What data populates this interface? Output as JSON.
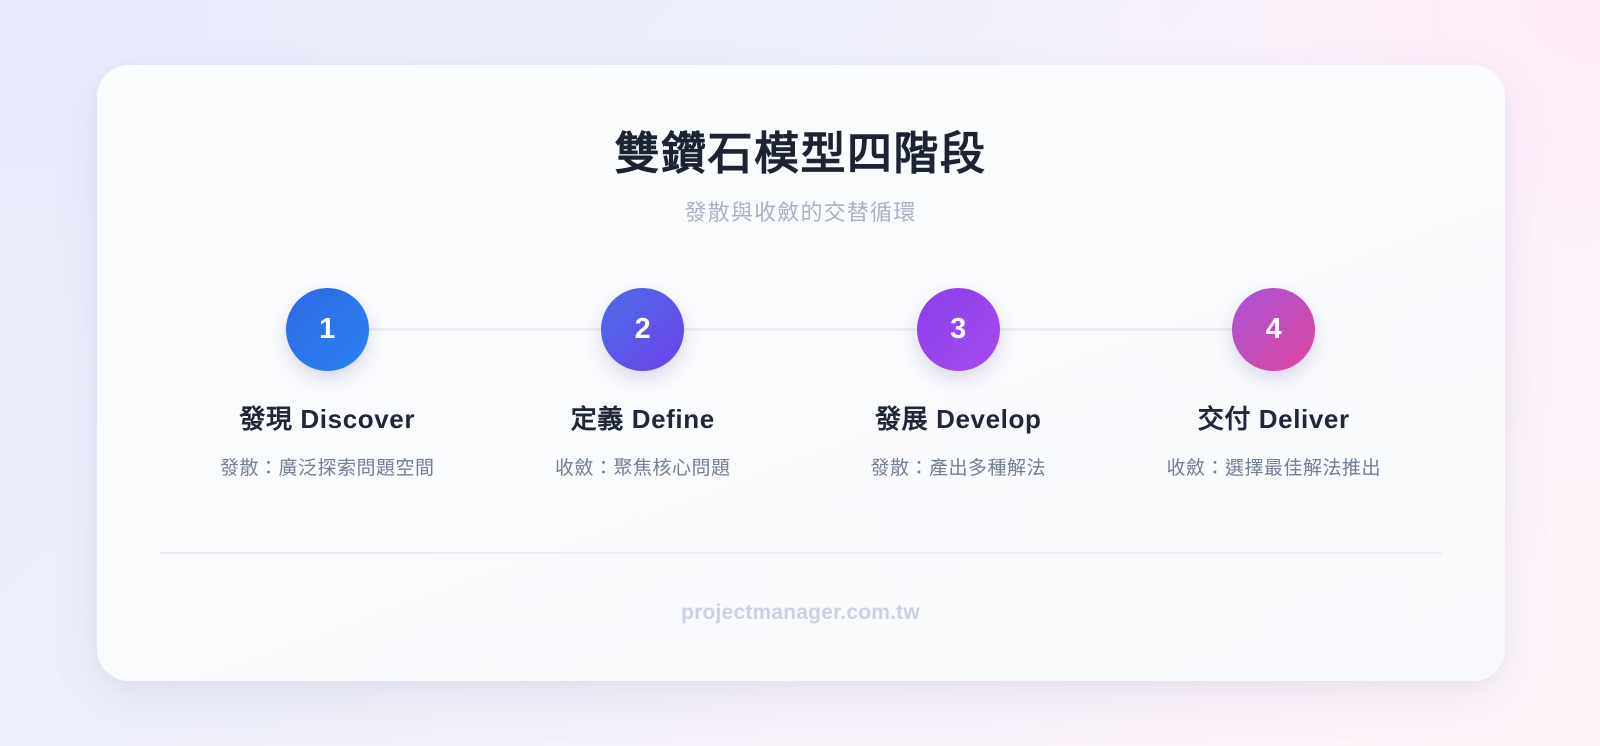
{
  "header": {
    "title": "雙鑽石模型四階段",
    "subtitle": "發散與收斂的交替循環"
  },
  "steps": [
    {
      "number": "1",
      "name": "發現 Discover",
      "desc": "發散：廣泛探索問題空間",
      "gradient_from": "#2d68e2",
      "gradient_to": "#2b82f2"
    },
    {
      "number": "2",
      "name": "定義 Define",
      "desc": "收斂：聚焦核心問題",
      "gradient_from": "#4a6ee8",
      "gradient_to": "#7040ea"
    },
    {
      "number": "3",
      "name": "發展 Develop",
      "desc": "發散：產出多種解法",
      "gradient_from": "#8a3eea",
      "gradient_to": "#a64cf0"
    },
    {
      "number": "4",
      "name": "交付 Deliver",
      "desc": "收斂：選擇最佳解法推出",
      "gradient_from": "#a855d8",
      "gradient_to": "#e0459f"
    }
  ],
  "footer": {
    "text": "projectmanager.com.tw"
  },
  "theme": {
    "title_color": "#1c2433",
    "subtitle_color": "#a9b1c4",
    "step_name_color": "#1f2738",
    "step_desc_color": "#737f95",
    "footer_color": "#ccd2e2",
    "connector_color": "#eceef3",
    "card_background": "#fafbfd"
  }
}
